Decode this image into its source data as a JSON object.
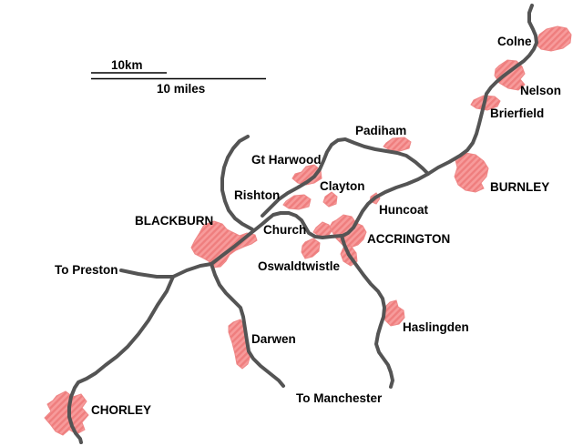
{
  "map": {
    "scale_bar": {
      "km_label": "10km",
      "miles_label": "10 miles"
    },
    "labels": {
      "colne": "Colne",
      "nelson": "Nelson",
      "brierfield": "Brierfield",
      "burnley": "BURNLEY",
      "padiham": "Padiham",
      "gt_harwood": "Gt Harwood",
      "clayton": "Clayton",
      "huncoat": "Huncoat",
      "rishton": "Rishton",
      "church": "Church",
      "blackburn": "BLACKBURN",
      "accrington": "ACCRINGTON",
      "oswaldtwistle": "Oswaldtwistle",
      "to_preston": "To Preston",
      "darwen": "Darwen",
      "haslingden": "Haslingden",
      "to_manchester": "To Manchester",
      "chorley": "CHORLEY"
    },
    "colors": {
      "background": "#ffffff",
      "road": "#545454",
      "town_fill_light": "#f79b9b",
      "town_fill_dark": "#ef7e7e",
      "town_outline": "#ee8787",
      "scale_line": "#000000",
      "label_text": "#000000"
    }
  }
}
